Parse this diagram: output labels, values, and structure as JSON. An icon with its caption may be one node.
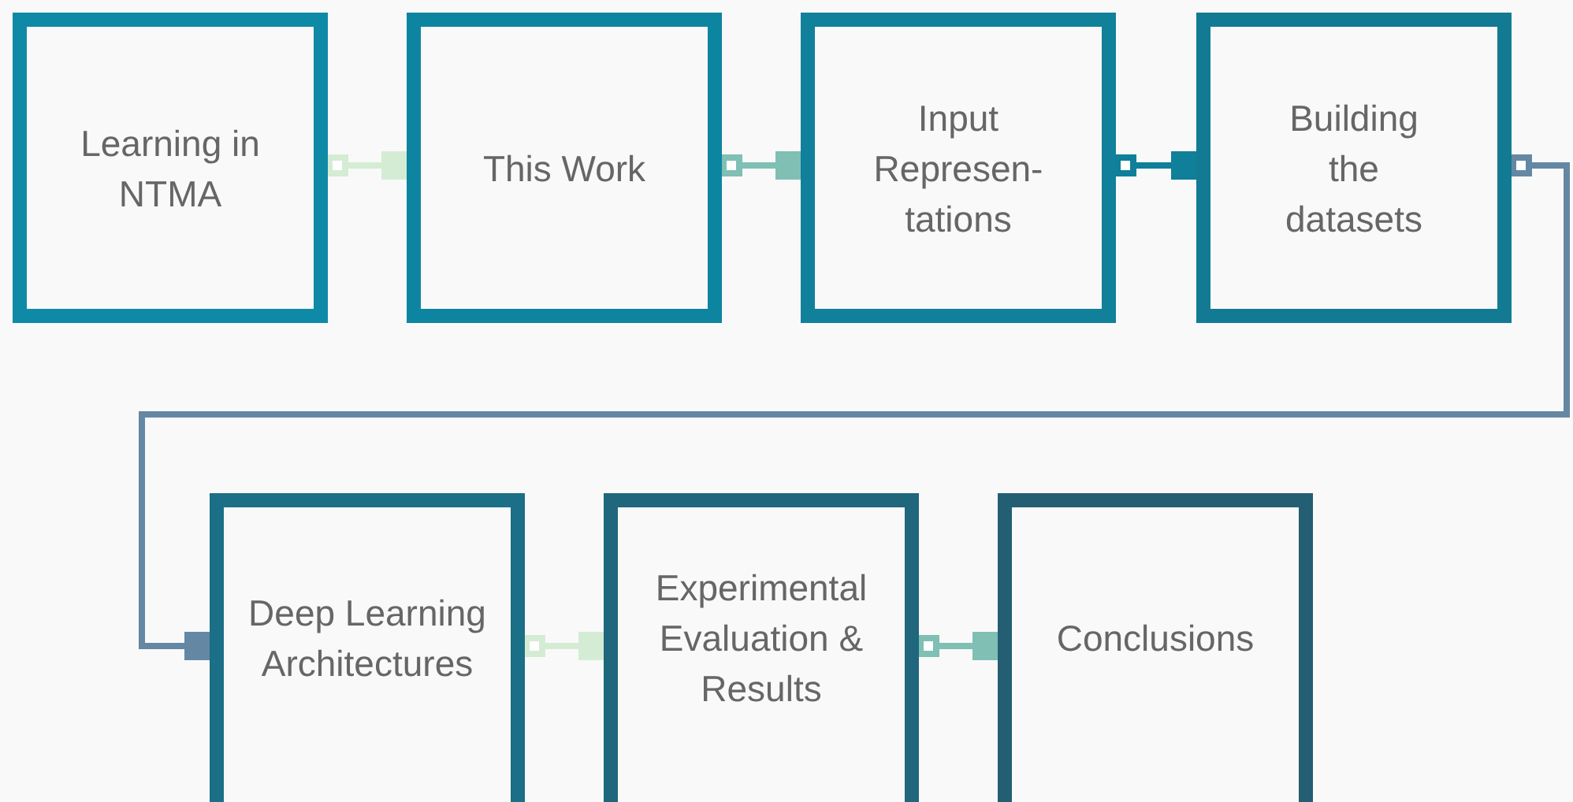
{
  "diagram": {
    "nodes": [
      {
        "text": [
          "Learning in NTMA"
        ]
      },
      {
        "text": [
          "This Work"
        ]
      },
      {
        "text": [
          "Input Represen- tations"
        ]
      },
      {
        "text": [
          "Building the datasets"
        ]
      },
      {
        "text": [
          "Deep Learning Architectures"
        ]
      },
      {
        "text": [
          "Experimental Evaluation & Results"
        ]
      },
      {
        "text": [
          "Conclusions"
        ]
      }
    ],
    "edges": [
      {
        "from": 0,
        "to": 1,
        "arrow": "other",
        "color": "#d5ecd4"
      },
      {
        "from": 1,
        "to": 2,
        "arrow": "other",
        "color": "#7fbfb4"
      },
      {
        "from": 2,
        "to": 3,
        "arrow": "other",
        "color": "#0f7f9a"
      },
      {
        "from": 3,
        "to": 4,
        "arrow": "other",
        "color": "#6488a4"
      },
      {
        "from": 4,
        "to": 5,
        "arrow": "other",
        "color": "#d5ecd4"
      },
      {
        "from": 5,
        "to": 6,
        "arrow": "other",
        "color": "#7fbfb4"
      }
    ]
  }
}
